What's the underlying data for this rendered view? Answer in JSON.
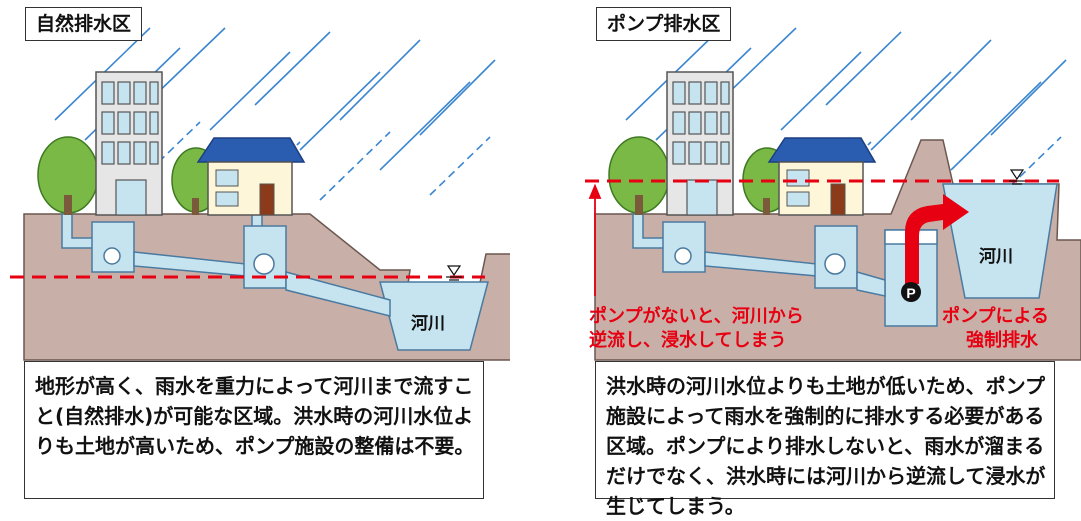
{
  "left_panel": {
    "title": "自然排水区",
    "river_label": "河川",
    "description": "地形が高く、雨水を重力によって河川まで流すこと(自然排水)が可能な区域。洪水時の河川水位よりも土地が高いため、ポンプ施設の整備は不要。"
  },
  "right_panel": {
    "title": "ポンプ排水区",
    "river_label": "河川",
    "annotation_backflow_line1": "ポンプがないと、河川から",
    "annotation_backflow_line2": "逆流し、浸水してしまう",
    "annotation_pump_line1": "ポンプによる",
    "annotation_pump_line2": "強制排水",
    "pump_symbol": "P",
    "description": "洪水時の河川水位よりも土地が低いため、ポンプ施設によって雨水を強制的に排水する必要がある区域。ポンプにより排水しないと、雨水が溜まるだけでなく、洪水時には河川から逆流して浸水が生じてしまう。"
  },
  "colors": {
    "ground": "#c8b0a8",
    "ground_stroke": "#6b5750",
    "water": "#c6e3f0",
    "pipe": "#c6e3f0",
    "flood_line": "#e60012",
    "rain": "#3a86d0",
    "tree": "#7bb947",
    "house_roof": "#2a5db0",
    "building": "#e6e6e6"
  }
}
